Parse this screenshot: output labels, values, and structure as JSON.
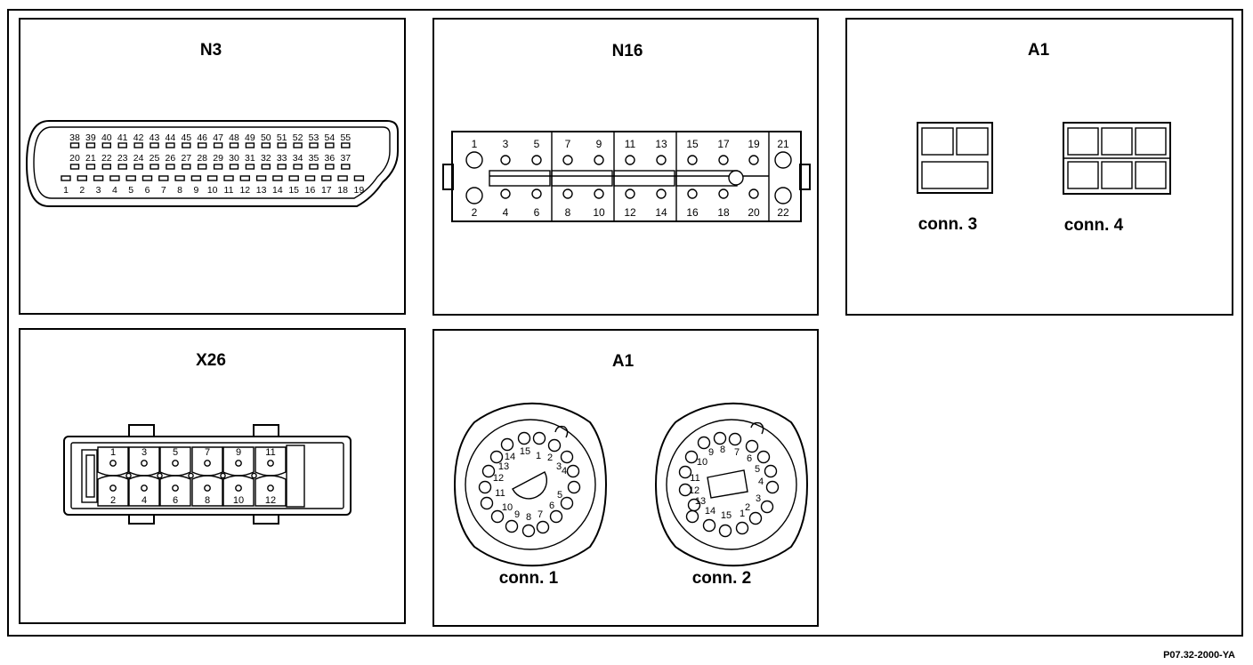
{
  "panels": {
    "n3": {
      "title": "N3",
      "row_top": [
        "38",
        "39",
        "40",
        "41",
        "42",
        "43",
        "44",
        "45",
        "46",
        "47",
        "48",
        "49",
        "50",
        "51",
        "52",
        "53",
        "54",
        "55"
      ],
      "row_mid": [
        "20",
        "21",
        "22",
        "23",
        "24",
        "25",
        "26",
        "27",
        "28",
        "29",
        "30",
        "31",
        "32",
        "33",
        "34",
        "35",
        "36",
        "37"
      ],
      "row_bot": [
        "1",
        "2",
        "3",
        "4",
        "5",
        "6",
        "7",
        "8",
        "9",
        "10",
        "11",
        "12",
        "13",
        "14",
        "15",
        "16",
        "17",
        "18",
        "19"
      ]
    },
    "n16": {
      "title": "N16",
      "top_pins": [
        "1",
        "3",
        "5",
        "7",
        "9",
        "11",
        "13",
        "15",
        "17",
        "19",
        "21"
      ],
      "bottom_pins": [
        "2",
        "4",
        "6",
        "8",
        "10",
        "12",
        "14",
        "16",
        "18",
        "20",
        "22"
      ]
    },
    "a1_top": {
      "title": "A1",
      "conn3_label": "conn. 3",
      "conn4_label": "conn. 4"
    },
    "x26": {
      "title": "X26",
      "top_pins": [
        "1",
        "3",
        "5",
        "7",
        "9",
        "11"
      ],
      "bottom_pins": [
        "2",
        "4",
        "6",
        "8",
        "10",
        "12"
      ]
    },
    "a1_bottom": {
      "title": "A1",
      "conn1_label": "conn. 1",
      "conn2_label": "conn. 2",
      "conn1_pins": [
        "1",
        "2",
        "3",
        "4",
        "5",
        "6",
        "7",
        "8",
        "9",
        "10",
        "11",
        "12",
        "13",
        "14",
        "15"
      ],
      "conn2_pins": [
        "1",
        "2",
        "3",
        "4",
        "5",
        "6",
        "7",
        "8",
        "9",
        "10",
        "11",
        "12",
        "13",
        "14",
        "15"
      ]
    }
  },
  "reference_code": "P07.32-2000-YA"
}
